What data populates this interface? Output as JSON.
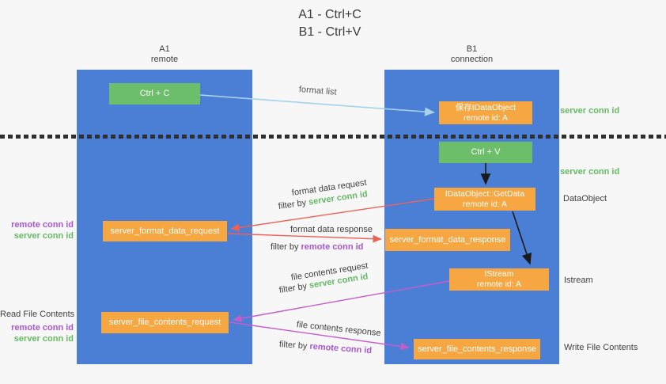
{
  "title": {
    "line1": "A1 - Ctrl+C",
    "line2": "B1 - Ctrl+V"
  },
  "columns": {
    "left": {
      "id": "A1",
      "label": "remote"
    },
    "right": {
      "id": "B1",
      "label": "connection"
    }
  },
  "boxes": {
    "ctrl_c": "Ctrl + C",
    "ctrl_v": "Ctrl + V",
    "save_dataobject_line1": "保存IDataObject",
    "save_dataobject_line2": "remote id: A",
    "getdata_line1": "IDataObject::GetData",
    "getdata_line2": "remote id: A",
    "istream_line1": "IStream",
    "istream_line2": "remote id: A",
    "server_format_data_request": "server_format_data_request",
    "server_format_data_response": "server_format_data_response",
    "server_file_contents_request": "server_file_contents_request",
    "server_file_contents_response": "server_file_contents_response"
  },
  "labels": {
    "format_list": "format list",
    "format_data_request": "format data request",
    "format_data_response": "format data response",
    "file_contents_request": "file contents request",
    "file_contents_response": "file contents response",
    "filter_by": "filter by",
    "server_conn_id": "server conn id",
    "remote_conn_id": "remote conn id",
    "dataobject": "DataObject",
    "istream": "Istream",
    "read_file_contents": "Read File Contents",
    "write_file_contents": "Write File Contents"
  },
  "colors": {
    "background": "#f7f7f7",
    "lane_blue": "#4a7fd5",
    "box_green": "#6dbe6a",
    "box_orange": "#f7a742",
    "arrow_lightblue": "#a6d2ee",
    "arrow_red": "#ed6157",
    "arrow_magenta": "#c45ec9",
    "arrow_black": "#1a1a1a",
    "text_green": "#64bb64",
    "text_purple": "#ab55d2"
  }
}
